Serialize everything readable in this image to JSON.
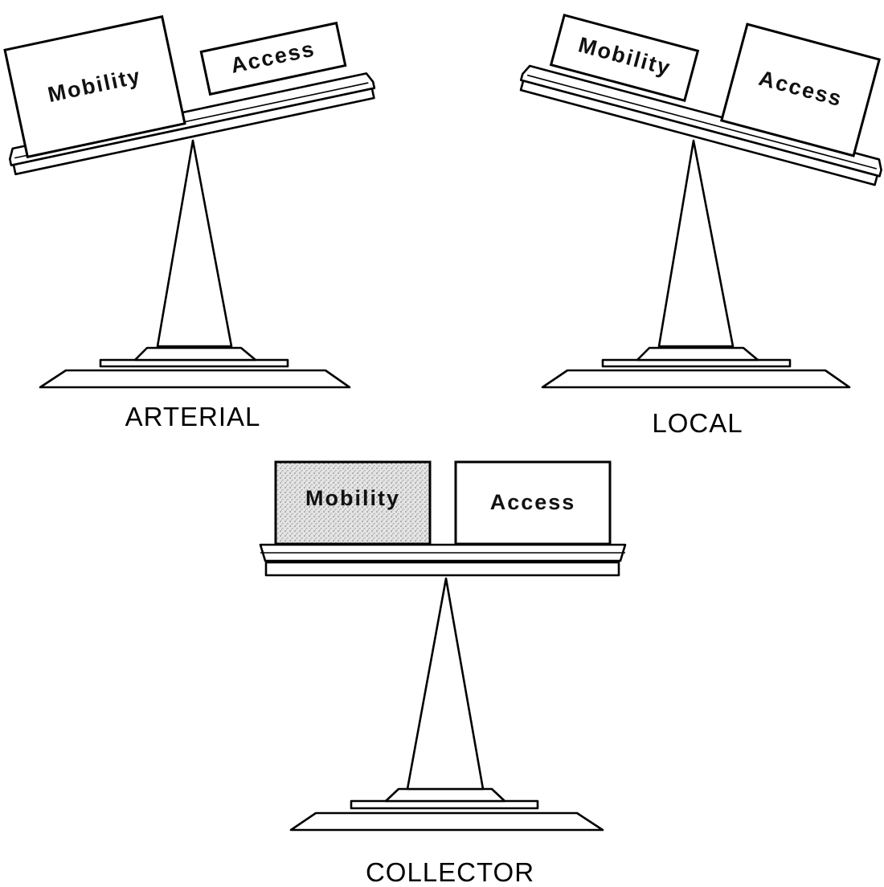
{
  "scales": [
    {
      "caption": "ARTERIAL",
      "heavier_side": "left",
      "left_box": "Mobility",
      "right_box": "Access"
    },
    {
      "caption": "LOCAL",
      "heavier_side": "right",
      "left_box": "Mobility",
      "right_box": "Access"
    },
    {
      "caption": "COLLECTOR",
      "heavier_side": "balanced",
      "left_box": "Mobility",
      "right_box": "Access",
      "left_box_shaded": true
    }
  ]
}
